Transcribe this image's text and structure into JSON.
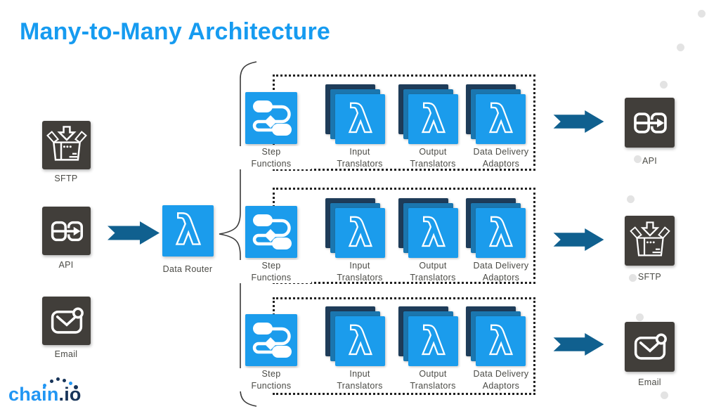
{
  "title": "Many-to-Many Architecture",
  "logo": {
    "part1": "chain",
    "part2": ".io"
  },
  "sources": [
    {
      "label": "SFTP",
      "icon": "package-box-icon"
    },
    {
      "label": "API",
      "icon": "api-link-icon"
    },
    {
      "label": "Email",
      "icon": "email-icon"
    }
  ],
  "router": {
    "label": "Data Router",
    "icon": "lambda-icon"
  },
  "rows": [
    {
      "step": "Step\nFunctions",
      "input": "Input\nTranslators",
      "output": "Output\nTranslators",
      "adaptors": "Data Delivery\nAdaptors"
    },
    {
      "step": "Step\nFunctions",
      "input": "Input\nTranslators",
      "output": "Output\nTranslators",
      "adaptors": "Data Delivery\nAdaptors"
    },
    {
      "step": "Step\nFunctions",
      "input": "Input\nTranslators",
      "output": "Output\nTranslators",
      "adaptors": "Data Delivery\nAdaptors"
    }
  ],
  "destinations": [
    {
      "label": "API",
      "icon": "api-link-icon"
    },
    {
      "label": "SFTP",
      "icon": "package-box-icon"
    },
    {
      "label": "Email",
      "icon": "email-icon"
    }
  ],
  "icons": {
    "lambda": "λ",
    "step_functions": "workflow-icon",
    "arrow": "block-arrow-right"
  },
  "colors": {
    "title_blue": "#169BF0",
    "box_blue": "#1B9CEC",
    "stack_mid_blue": "#1B76AF",
    "stack_back_navy": "#1E3C59",
    "arrow_blue": "#10608F",
    "dark_box": "#413E3A",
    "label_gray": "#4B4B46",
    "decor_dot_gray": "#E3E3E3",
    "logo_blue": "#2196F3",
    "logo_navy": "#173459"
  }
}
